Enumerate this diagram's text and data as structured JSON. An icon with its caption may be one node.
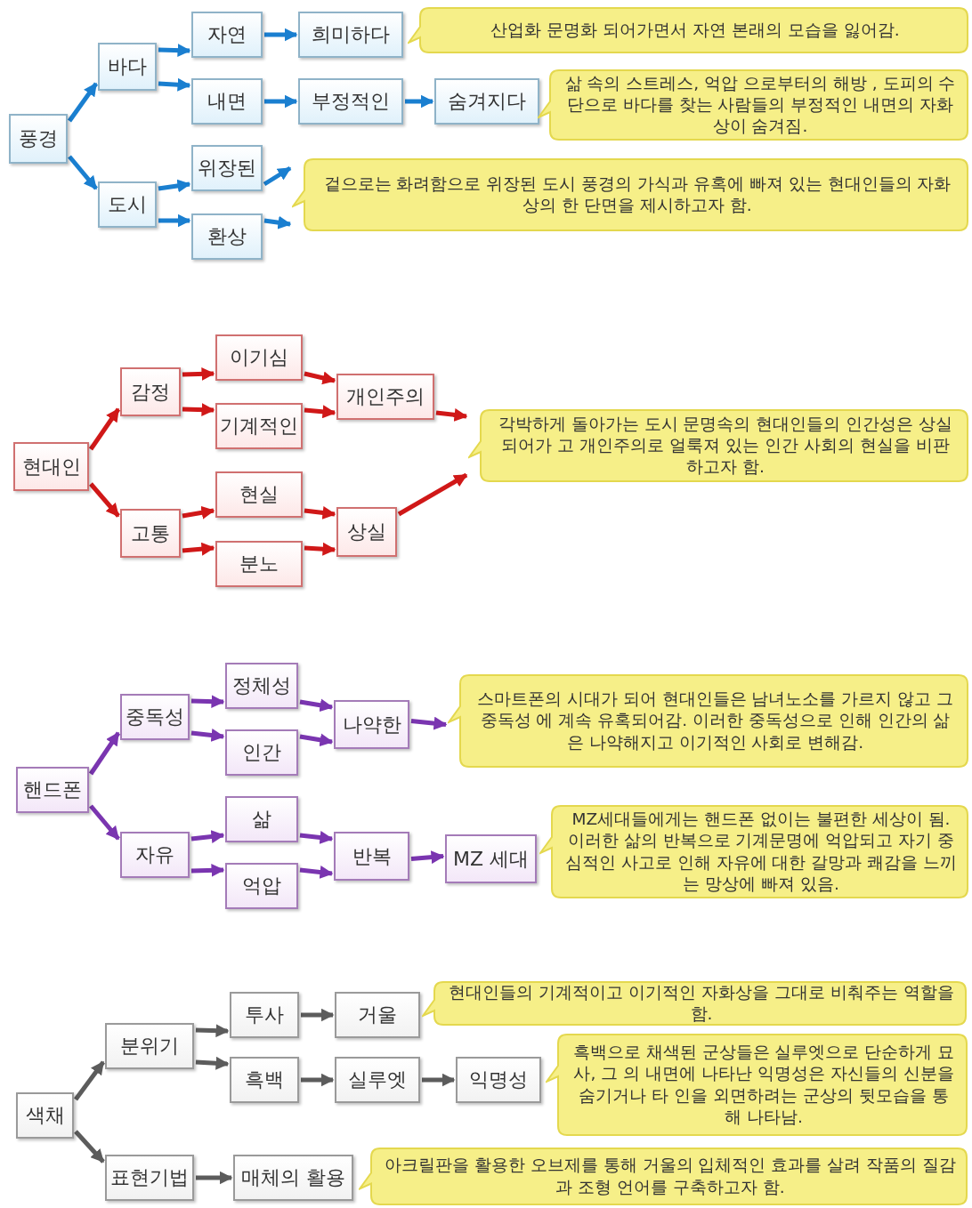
{
  "diagram": {
    "nodes": [
      {
        "text": [
          "풍경"
        ]
      },
      {
        "text": [
          "바다"
        ]
      },
      {
        "text": [
          "도시"
        ]
      },
      {
        "text": [
          "자연"
        ]
      },
      {
        "text": [
          "희미하다"
        ]
      },
      {
        "text": [
          "내면"
        ]
      },
      {
        "text": [
          "부정적인"
        ]
      },
      {
        "text": [
          "숨겨지다"
        ]
      },
      {
        "text": [
          "위장된"
        ]
      },
      {
        "text": [
          "환상"
        ]
      },
      {
        "text": [
          "산업화 문명화 되어가면서 자연 본래의 모습을 잃어감."
        ]
      },
      {
        "text": [
          "삶 속의 스트레스, 억압 으로부터의 해방 , 도피의 수단으로 바다를 찾는 사람들의 부정적인 내면의 자화상이 숨겨짐."
        ]
      },
      {
        "text": [
          "겉으로는 화려함으로 위장된 도시 풍경의 가식과 유혹에 빠져 있는 현대인들의 자화상의 한 단면을 제시하고자 함."
        ]
      },
      {
        "text": [
          "현대인"
        ]
      },
      {
        "text": [
          "감정"
        ]
      },
      {
        "text": [
          "고통"
        ]
      },
      {
        "text": [
          "이기심"
        ]
      },
      {
        "text": [
          "기계적인"
        ]
      },
      {
        "text": [
          "현실"
        ]
      },
      {
        "text": [
          "분노"
        ]
      },
      {
        "text": [
          "개인주의"
        ]
      },
      {
        "text": [
          "상실"
        ]
      },
      {
        "text": [
          "각박하게 돌아가는 도시 문명속의 현대인들의 인간성은 상실되어가 고 개인주의로 얼룩져 있는 인간 사회의 현실을 비판하고자 함."
        ]
      },
      {
        "text": [
          "핸드폰"
        ]
      },
      {
        "text": [
          "중독성"
        ]
      },
      {
        "text": [
          "자유"
        ]
      },
      {
        "text": [
          "정체성"
        ]
      },
      {
        "text": [
          "인간"
        ]
      },
      {
        "text": [
          "삶"
        ]
      },
      {
        "text": [
          "억압"
        ]
      },
      {
        "text": [
          "나약한"
        ]
      },
      {
        "text": [
          "반복"
        ]
      },
      {
        "text": [
          "MZ 세대"
        ]
      },
      {
        "text": [
          "스마트폰의 시대가 되어 현대인들은 남녀노소를 가르지 않고 그 중독성 에 계속 유혹되어감. 이러한 중독성으로 인해 인간의 삶은 나약해지고 이기적인 사회로 변해감."
        ]
      },
      {
        "text": [
          "MZ세대들에게는 핸드폰 없이는 불편한 세상이 됨. 이러한 삶의 반복으로 기계문명에 억압되고 자기 중심적인 사고로 인해 자유에 대한 갈망과 쾌감을 느끼는 망상에 빠져 있음."
        ]
      },
      {
        "text": [
          "색채"
        ]
      },
      {
        "text": [
          "분위기"
        ]
      },
      {
        "text": [
          "표현기법"
        ]
      },
      {
        "text": [
          "투사"
        ]
      },
      {
        "text": [
          "흑백"
        ]
      },
      {
        "text": [
          "거울"
        ]
      },
      {
        "text": [
          "실루엣"
        ]
      },
      {
        "text": [
          "익명성"
        ]
      },
      {
        "text": [
          "매체의 활용"
        ]
      },
      {
        "text": [
          "현대인들의 기계적이고 이기적인 자화상을 그대로 비춰주는 역할을 함."
        ]
      },
      {
        "text": [
          "흑백으로 채색된 군상들은 실루엣으로 단순하게 묘사, 그 의 내면에 나타난 익명성은 자신들의 신분을 숨기거나 타 인을 외면하려는 군상의 뒷모습을 통해 나타남."
        ]
      },
      {
        "text": [
          "아크릴판을 활용한 오브제를 통해 거울의 입체적인 효과를 살려 작품의 질감과 조형 언어를 구축하고자 함."
        ]
      }
    ],
    "edges": [
      {
        "from": 0,
        "to": 1,
        "arrow": "to",
        "color": "#1a7fd0"
      },
      {
        "from": 0,
        "to": 2,
        "arrow": "to",
        "color": "#1a7fd0"
      },
      {
        "from": 1,
        "to": 3,
        "arrow": "to",
        "color": "#1a7fd0"
      },
      {
        "from": 1,
        "to": 5,
        "arrow": "to",
        "color": "#1a7fd0"
      },
      {
        "from": 3,
        "to": 4,
        "arrow": "to",
        "color": "#1a7fd0"
      },
      {
        "from": 5,
        "to": 6,
        "arrow": "to",
        "color": "#1a7fd0"
      },
      {
        "from": 6,
        "to": 7,
        "arrow": "to",
        "color": "#1a7fd0"
      },
      {
        "from": 2,
        "to": 8,
        "arrow": "to",
        "color": "#1a7fd0"
      },
      {
        "from": 2,
        "to": 9,
        "arrow": "to",
        "color": "#1a7fd0"
      },
      {
        "from": 8,
        "to": 12,
        "arrow": "to",
        "color": "#1a7fd0"
      },
      {
        "from": 9,
        "to": 12,
        "arrow": "to",
        "color": "#1a7fd0"
      },
      {
        "from": 13,
        "to": 14,
        "arrow": "to",
        "color": "#d01818"
      },
      {
        "from": 13,
        "to": 15,
        "arrow": "to",
        "color": "#d01818"
      },
      {
        "from": 14,
        "to": 16,
        "arrow": "to",
        "color": "#d01818"
      },
      {
        "from": 14,
        "to": 17,
        "arrow": "to",
        "color": "#d01818"
      },
      {
        "from": 15,
        "to": 18,
        "arrow": "to",
        "color": "#d01818"
      },
      {
        "from": 15,
        "to": 19,
        "arrow": "to",
        "color": "#d01818"
      },
      {
        "from": 16,
        "to": 20,
        "arrow": "to",
        "color": "#d01818"
      },
      {
        "from": 17,
        "to": 20,
        "arrow": "to",
        "color": "#d01818"
      },
      {
        "from": 18,
        "to": 21,
        "arrow": "to",
        "color": "#d01818"
      },
      {
        "from": 19,
        "to": 21,
        "arrow": "to",
        "color": "#d01818"
      },
      {
        "from": 20,
        "to": 22,
        "arrow": "to",
        "color": "#d01818"
      },
      {
        "from": 21,
        "to": 22,
        "arrow": "to",
        "color": "#d01818"
      },
      {
        "from": 23,
        "to": 24,
        "arrow": "to",
        "color": "#7a35b0"
      },
      {
        "from": 23,
        "to": 25,
        "arrow": "to",
        "color": "#7a35b0"
      },
      {
        "from": 24,
        "to": 26,
        "arrow": "to",
        "color": "#7a35b0"
      },
      {
        "from": 24,
        "to": 27,
        "arrow": "to",
        "color": "#7a35b0"
      },
      {
        "from": 25,
        "to": 28,
        "arrow": "to",
        "color": "#7a35b0"
      },
      {
        "from": 25,
        "to": 29,
        "arrow": "to",
        "color": "#7a35b0"
      },
      {
        "from": 26,
        "to": 30,
        "arrow": "to",
        "color": "#7a35b0"
      },
      {
        "from": 27,
        "to": 30,
        "arrow": "to",
        "color": "#7a35b0"
      },
      {
        "from": 28,
        "to": 31,
        "arrow": "to",
        "color": "#7a35b0"
      },
      {
        "from": 29,
        "to": 31,
        "arrow": "to",
        "color": "#7a35b0"
      },
      {
        "from": 30,
        "to": 33,
        "arrow": "to",
        "color": "#7a35b0"
      },
      {
        "from": 31,
        "to": 32,
        "arrow": "to",
        "color": "#7a35b0"
      },
      {
        "from": 35,
        "to": 36,
        "arrow": "to",
        "color": "#5c5c5c"
      },
      {
        "from": 35,
        "to": 37,
        "arrow": "to",
        "color": "#5c5c5c"
      },
      {
        "from": 36,
        "to": 38,
        "arrow": "to",
        "color": "#5c5c5c"
      },
      {
        "from": 36,
        "to": 39,
        "arrow": "to",
        "color": "#5c5c5c"
      },
      {
        "from": 38,
        "to": 40,
        "arrow": "to",
        "color": "#5c5c5c"
      },
      {
        "from": 39,
        "to": 41,
        "arrow": "to",
        "color": "#5c5c5c"
      },
      {
        "from": 41,
        "to": 42,
        "arrow": "to",
        "color": "#5c5c5c"
      },
      {
        "from": 37,
        "to": 43,
        "arrow": "to",
        "color": "#5c5c5c"
      }
    ]
  }
}
